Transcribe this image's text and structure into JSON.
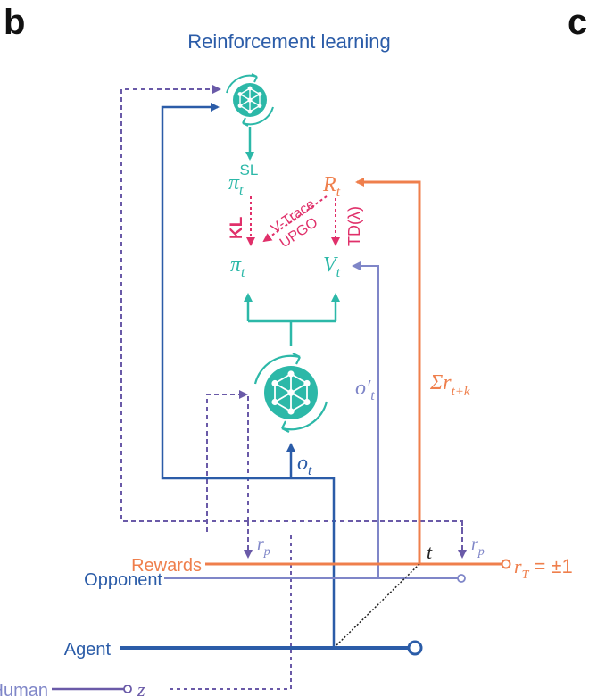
{
  "panel": {
    "letter": "b",
    "next_panel_letter_partial": "c",
    "title": "Reinforcement learning"
  },
  "colors": {
    "agent": "#2b5ca8",
    "opponent": "#7f86c8",
    "rewards": "#ef7f4c",
    "network": "#2cb8a8",
    "loss": "#e0306a",
    "human": "#6a5aa8",
    "dashed": "#6a5aa8",
    "text_dark": "#222222"
  },
  "icons": {
    "top_network": "neural-network-icon",
    "bottom_network": "neural-network-icon"
  },
  "labels": {
    "pi_sl_main": "π",
    "pi_sl_sub": "t",
    "pi_sl_sup": "SL",
    "R_main": "R",
    "R_sub": "t",
    "pi_main": "π",
    "pi_sub": "t",
    "V_main": "V",
    "V_sub": "t",
    "kl": "KL",
    "vtrace": "V-Trace",
    "upgo": "UPGO",
    "td": "TD(λ)",
    "o_prime_main": "o′",
    "o_prime_sub": "t",
    "sum_r_main": "Σr",
    "sum_r_sub": "t+k",
    "o_main": "o",
    "o_sub": "t",
    "rp_left_main": "r",
    "rp_left_sub": "p",
    "rp_right_main": "r",
    "rp_right_sub": "p",
    "t_marker": "t",
    "rT_main": "r",
    "rT_sub": "T",
    "rT_value": " = ±1",
    "z": "z"
  },
  "timelines": {
    "rewards": "Rewards",
    "opponent": "Opponent",
    "agent": "Agent",
    "human": "Human"
  }
}
